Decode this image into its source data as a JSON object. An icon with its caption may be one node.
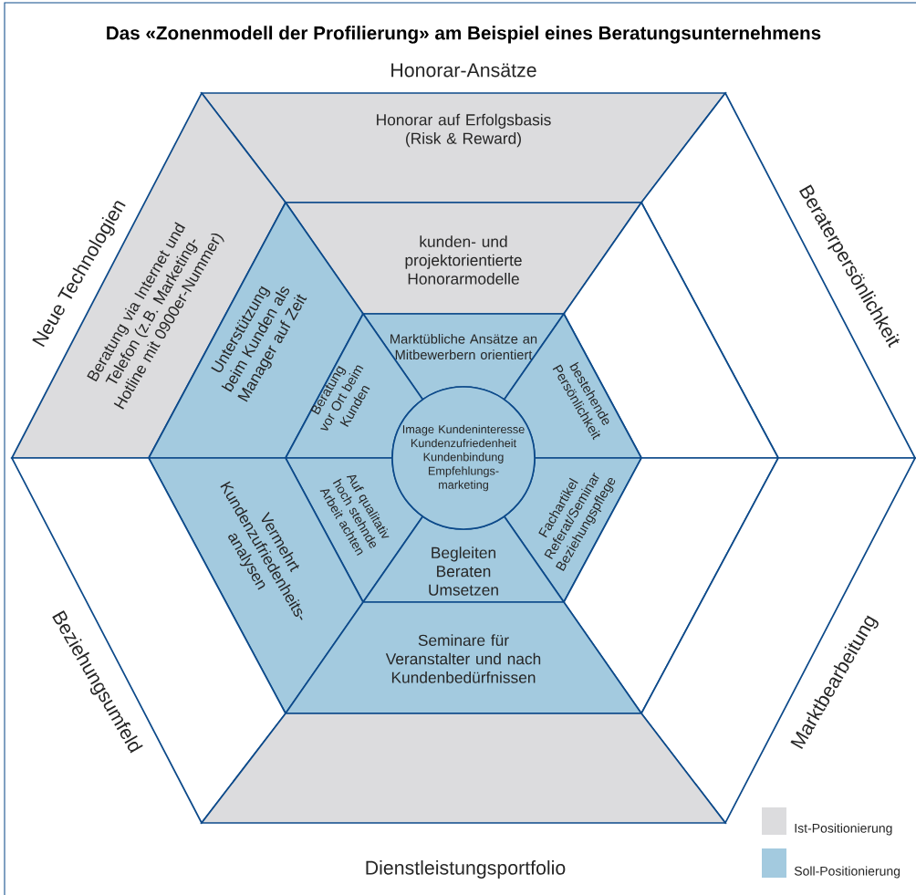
{
  "diagram": {
    "title": "Das «Zonenmodell der Profilierung» am Beispiel eines Beratungsunternehmens",
    "nodes": [
      {
        "text": [
          "Honorar auf Erfolgsbasis (Risk & Reward)"
        ]
      },
      {
        "text": [
          "Beratung via Internet und Telefon (z.B. Marketing- Hotline mit 0900er-Nummer)"
        ]
      },
      {
        "text": [],
        "shape": "trapezoid"
      },
      {
        "text": [
          "kunden- und projektorientierte Honorarmodelle"
        ]
      },
      {
        "text": [
          "Unterstützung beim Kunden als Manager auf Zeit"
        ]
      },
      {
        "text": [],
        "shape": "trapezoid"
      },
      {
        "text": [
          "Marktübliche Ansätze an Mitbewerbern orientiert"
        ]
      },
      {
        "text": [
          "Beratung vor Ort beim Kunden"
        ]
      },
      {
        "text": [
          "bestehende Persönlichkeit"
        ]
      },
      {
        "text": [
          "Image Kundeninteresse Kundenzufriedenheit Kundenbindung Empfehlungs- marketing"
        ]
      },
      {
        "text": [
          "Auf qualitativ hoch stehnde Arbeit achten"
        ]
      },
      {
        "text": [
          "Fachartikel Referat/Seminar Beziehungspflege"
        ]
      },
      {
        "text": [
          "Begleiten Beraten Umsetzen"
        ]
      },
      {
        "text": [
          "Vermehrt Kundenzufriedenheits- analysen"
        ]
      },
      {
        "text": [],
        "shape": "trapezoid"
      },
      {
        "text": [
          "Seminare für Veranstalter und nach Kundenbedürfnissen"
        ]
      },
      {
        "text": [],
        "shape": "trapezoid"
      },
      {
        "text": [],
        "shape": "trapezoid"
      },
      {
        "text": [],
        "shape": "trapezoid"
      }
    ],
    "labels": [
      "Honorar-Ansätze",
      "Neue Technologien",
      "Beraterpersönlichkeit",
      "Beziehungsumfeld",
      "Marktbearbeitung",
      "Dienstleistungsportfolio"
    ],
    "legend": [
      {
        "text": "Ist-Positionierung",
        "color": "#dcdcde"
      },
      {
        "text": "Soll-Positionierung",
        "color": "#a3cadf"
      }
    ]
  }
}
